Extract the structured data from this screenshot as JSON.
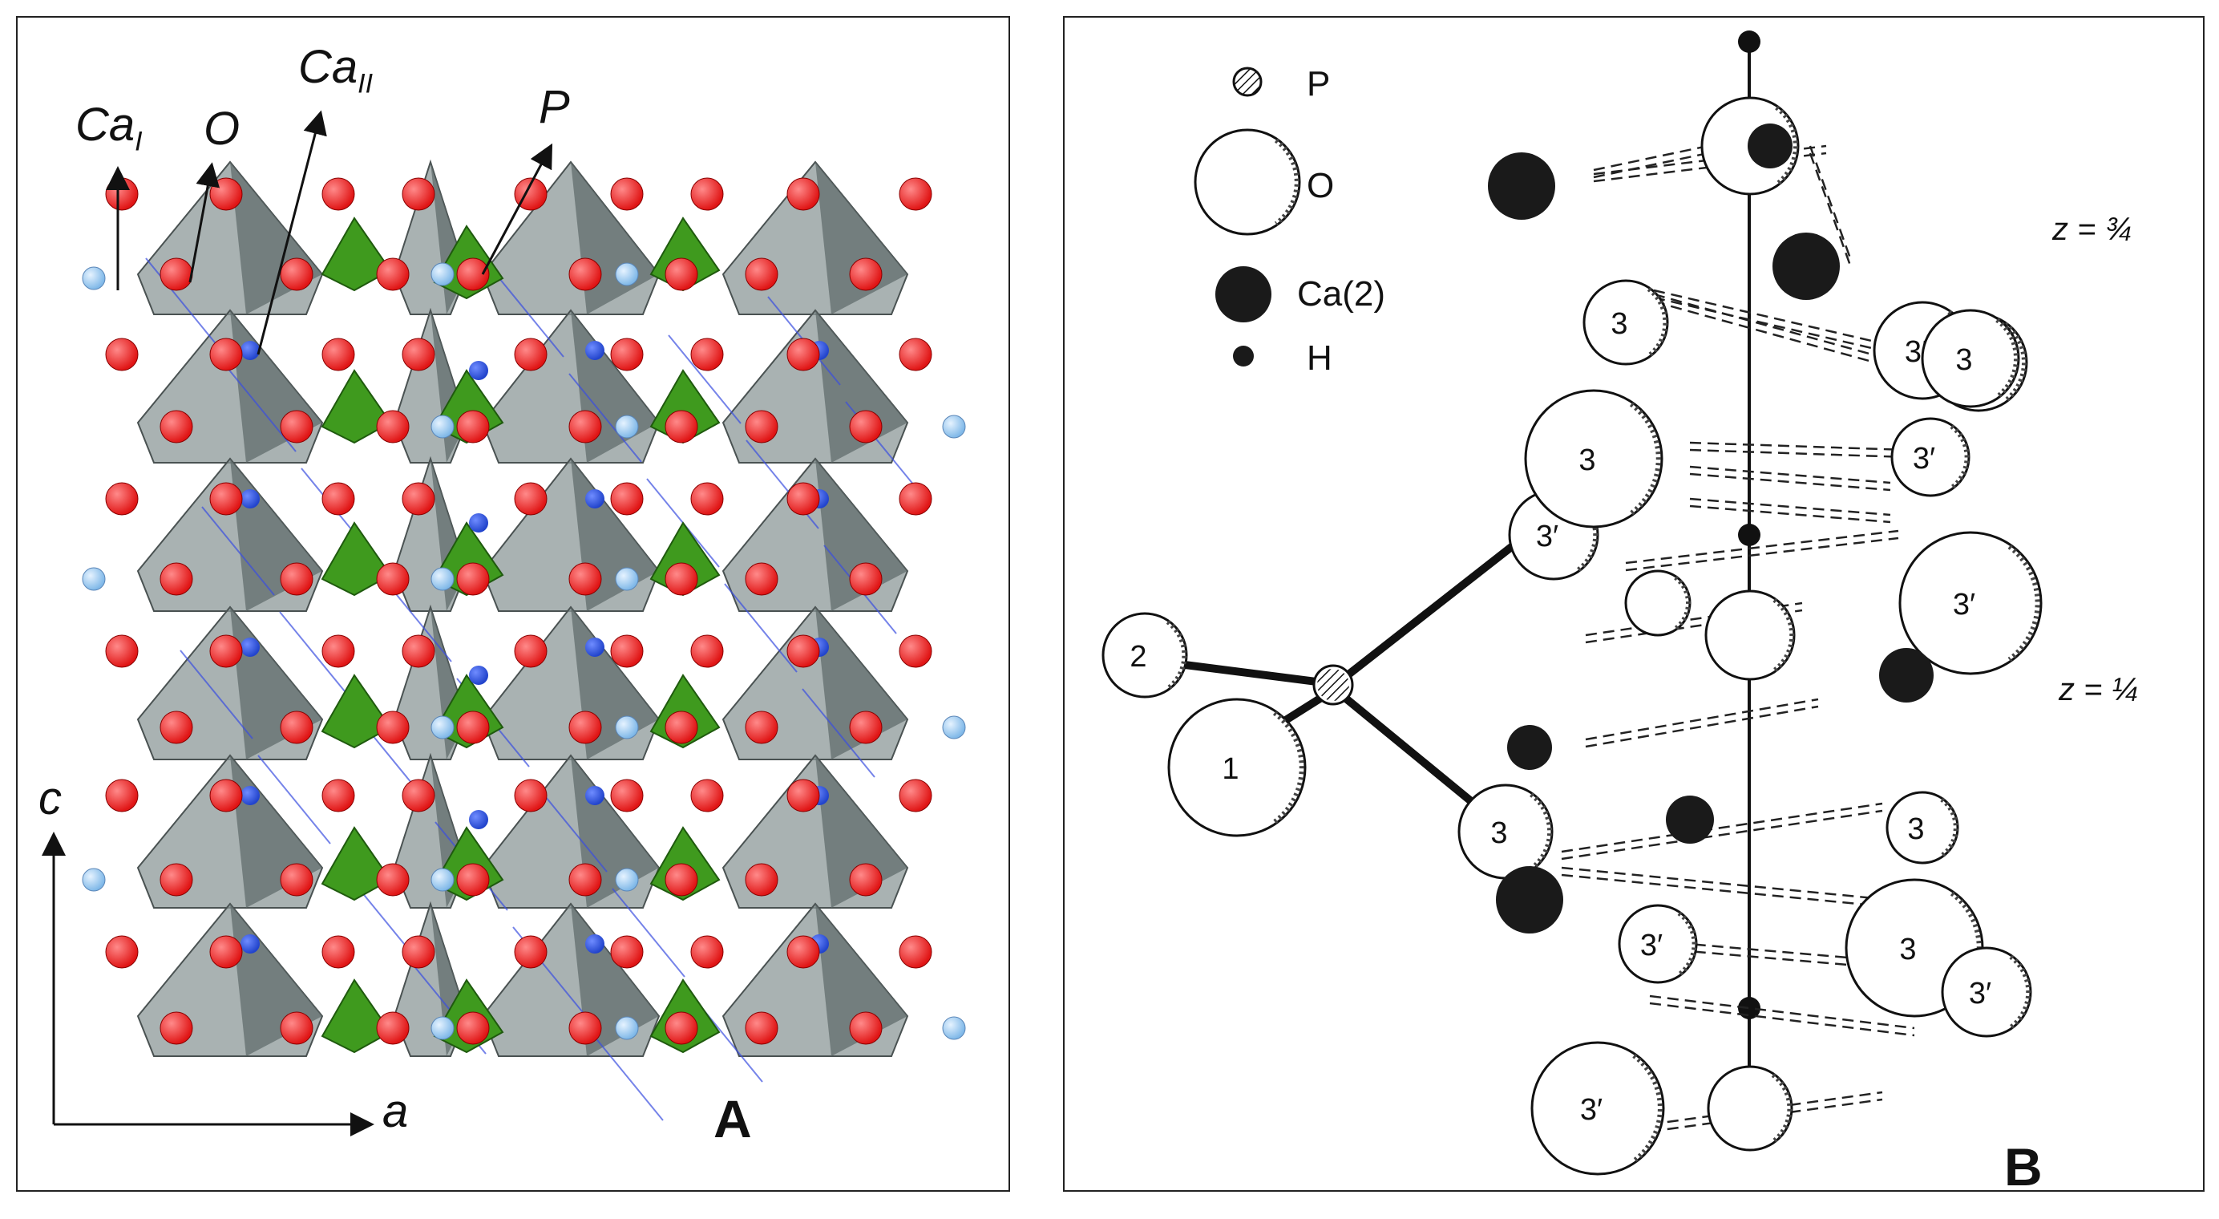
{
  "panel_a": {
    "labels": {
      "ca_i": "Ca",
      "ca_i_sub": "I",
      "o": "O",
      "ca_ii": "Ca",
      "ca_ii_sub": "II",
      "p": "P",
      "axis_c": "c",
      "axis_a": "a",
      "panel_letter": "A"
    },
    "colors": {
      "oxygen": "#e01515",
      "ca_inner": "#2244cc",
      "ca_outer": "#7fb8e8",
      "phosphate": "#3f9a1e",
      "polyhedra": "#8c9898"
    }
  },
  "panel_b": {
    "legend": [
      {
        "label": "P",
        "icon": "hatched-circle"
      },
      {
        "label": "O",
        "icon": "large-open-circle"
      },
      {
        "label": "Ca(2)",
        "icon": "black-circle"
      },
      {
        "label": "H",
        "icon": "small-black-dot"
      }
    ],
    "z_labels": {
      "top": "z = ¾",
      "bottom": "z = ¼"
    },
    "atom_labels": {
      "one": "1",
      "two": "2",
      "three": "3",
      "three_prime": "3′"
    },
    "panel_letter": "B"
  }
}
